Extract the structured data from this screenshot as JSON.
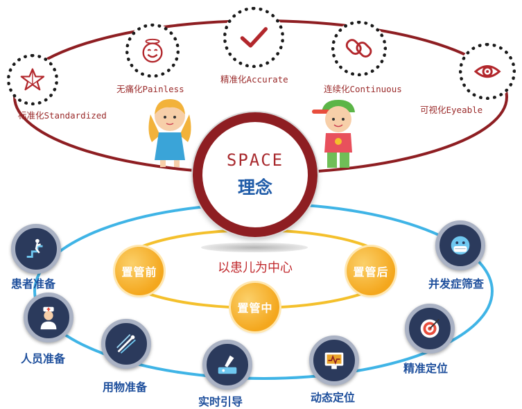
{
  "concept": {
    "title": "SPACE",
    "subtitle": "理念",
    "items": [
      {
        "label": "标准化Standardized",
        "icon": "star-icon"
      },
      {
        "label": "无痛化Painless",
        "icon": "smiley-icon"
      },
      {
        "label": "精准化Accurate",
        "icon": "checkmark-icon"
      },
      {
        "label": "连续化Continuous",
        "icon": "chain-link-icon"
      },
      {
        "label": "可视化Eyeable",
        "icon": "eye-icon"
      }
    ]
  },
  "patient_center": "以患儿为中心",
  "stages": [
    "置管前",
    "置管中",
    "置管后"
  ],
  "steps": [
    {
      "label": "患者准备",
      "icon": "stairs-icon"
    },
    {
      "label": "人员准备",
      "icon": "nurse-icon"
    },
    {
      "label": "用物准备",
      "icon": "tools-icon"
    },
    {
      "label": "实时引导",
      "icon": "ultrasound-probe-icon"
    },
    {
      "label": "动态定位",
      "icon": "monitor-icon"
    },
    {
      "label": "精准定位",
      "icon": "target-icon"
    },
    {
      "label": "并发症筛查",
      "icon": "mask-icon"
    }
  ],
  "colors": {
    "accent_red": "#8e1e22",
    "label_red": "#9a2a2a",
    "orbit_blue": "#3fb4e6",
    "stage_yellow": "#f4a71d",
    "step_blue": "#1e4f9c"
  }
}
